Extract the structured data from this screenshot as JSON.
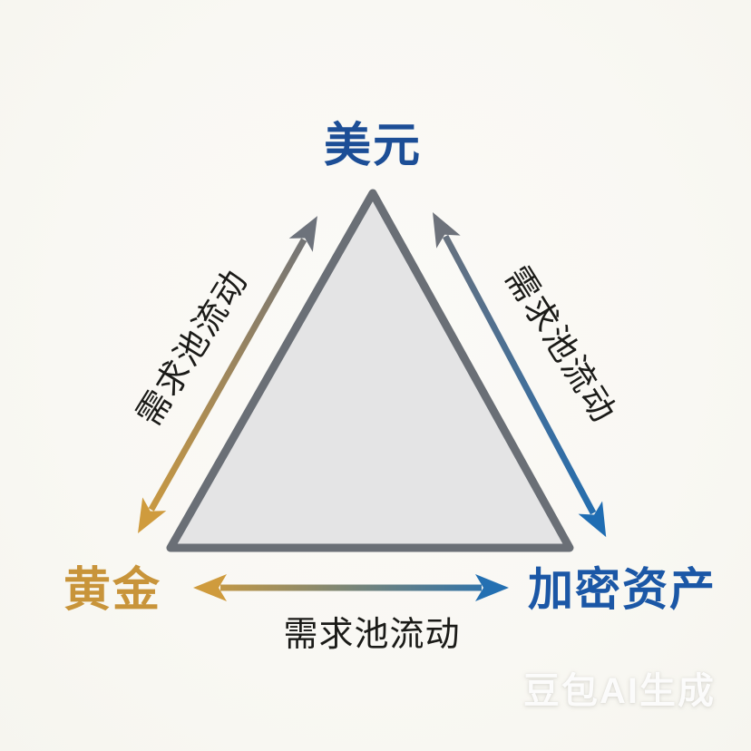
{
  "diagram": {
    "title_hint": "triangle flow diagram of demand-pool liquidity between assets",
    "triangle": {
      "fill": "#e4e4e5",
      "stroke": "#6a6f76"
    },
    "nodes": {
      "top": {
        "label": "美元",
        "color": "#1c4e96"
      },
      "bottom_left": {
        "label": "黄金",
        "color": "#c8943a"
      },
      "bottom_right": {
        "label": "加密资产",
        "color": "#1b57a6"
      }
    },
    "edges": {
      "left": {
        "label": "需求池流动",
        "between": [
          "黄金",
          "美元"
        ],
        "gradient": [
          "#cf9b3d",
          "#6d727b"
        ]
      },
      "right": {
        "label": "需求池流动",
        "between": [
          "美元",
          "加密资产"
        ],
        "gradient": [
          "#6d727b",
          "#1f6db3"
        ]
      },
      "bottom": {
        "label": "需求池流动",
        "between": [
          "黄金",
          "加密资产"
        ],
        "gradient": [
          "#cf9b3d",
          "#2470b2"
        ]
      }
    }
  },
  "watermark": {
    "text": "豆包AI生成"
  },
  "colors": {
    "background": "#f9f8f3",
    "gold": "#cf9b3d",
    "gray": "#6d727b",
    "blue": "#1f6db3",
    "edge_label_text": "#1b1b18"
  }
}
